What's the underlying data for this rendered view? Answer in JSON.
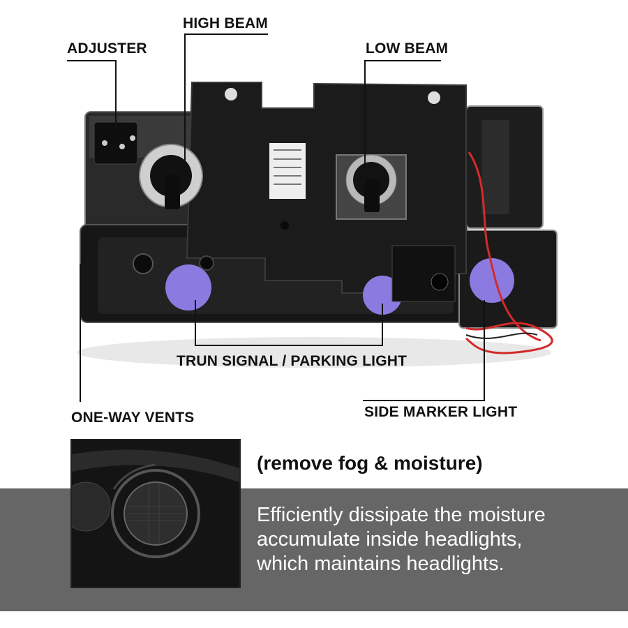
{
  "labels": {
    "adjuster": "ADJUSTER",
    "high_beam": "HIGH BEAM",
    "low_beam": "LOW BEAM",
    "turn_signal": "TRUN SIGNAL / PARKING LIGHT",
    "one_way_vents": "ONE-WAY VENTS",
    "side_marker": "SIDE MARKER LIGHT"
  },
  "feature": {
    "heading": "(remove fog & moisture)",
    "lines": [
      "Efficiently dissipate the moisture",
      "accumulate inside headlights,",
      "which maintains headlights."
    ]
  },
  "colors": {
    "band": "#666666",
    "housing": "#1a1a1a",
    "amber_lens_tint": "#8b7be0",
    "wire_red": "#d42a2a"
  }
}
